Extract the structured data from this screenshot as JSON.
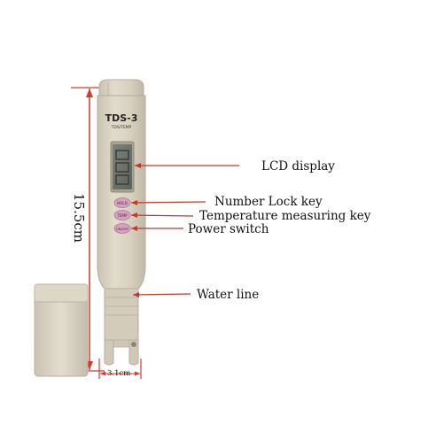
{
  "device": {
    "model": "TDS-3",
    "mode": "TDS/TEMP",
    "buttons": [
      "HOLD",
      "TEMP",
      "ON/OFF"
    ]
  },
  "dimensions": {
    "height_label": "15.5cm",
    "width_label": "3.1cm"
  },
  "callouts": {
    "lcd": "LCD display",
    "hold": "Number Lock key",
    "temp": "Temperature measuring key",
    "power": "Power switch",
    "water": "Water line"
  },
  "colors": {
    "body": "#d9d2c2",
    "body_shade": "#c6bfae",
    "lcd": "#6f756d",
    "button": "#d8a0bf",
    "arrow": "#c0392b",
    "dim_line": "#d43a2a"
  }
}
